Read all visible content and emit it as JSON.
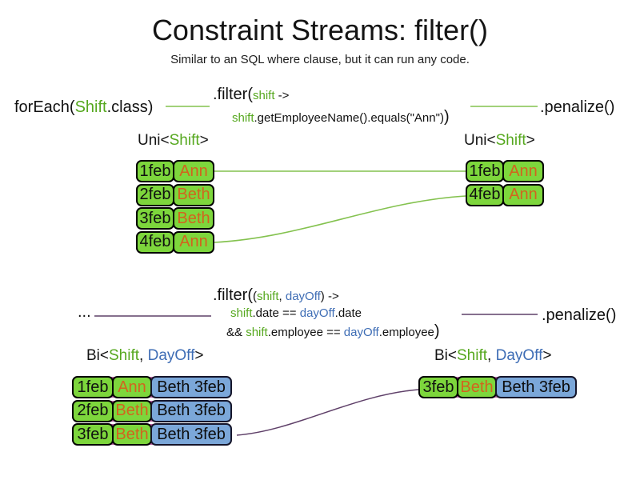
{
  "slide": {
    "title": "Constraint Streams: filter()",
    "subtitle": "Similar to an SQL where clause, but it can run any code."
  },
  "colors": {
    "green_fill": "#7dd63c",
    "blue_fill": "#7ba7d9",
    "green_text": "#56a81f",
    "blue_text": "#3e6db5",
    "orange_text": "#d2641e",
    "green_line": "#84c24f",
    "purple_line": "#5f4069",
    "pair_outline_pink": "#bd62a4"
  },
  "section1": {
    "foreach": {
      "pre": "forEach(",
      "cls": "Shift",
      "post": ".class)"
    },
    "filter": {
      "head": ".filter(",
      "param": "shift",
      "arrow": " ->",
      "body_param": "shift",
      "body": ".getEmployeeName().equals(\"Ann\")",
      "close": ")"
    },
    "penalize": ".penalize()",
    "left_table": {
      "header": {
        "pre": "Uni<",
        "type": "Shift",
        "post": ">"
      },
      "rows": [
        {
          "date": "1feb",
          "name": "Ann"
        },
        {
          "date": "2feb",
          "name": "Beth"
        },
        {
          "date": "3feb",
          "name": "Beth"
        },
        {
          "date": "4feb",
          "name": "Ann"
        }
      ]
    },
    "right_table": {
      "header": {
        "pre": "Uni<",
        "type": "Shift",
        "post": ">"
      },
      "rows": [
        {
          "date": "1feb",
          "name": "Ann"
        },
        {
          "date": "4feb",
          "name": "Ann"
        }
      ]
    }
  },
  "section2": {
    "ellipsis": "...",
    "filter": {
      "head": ".filter(",
      "popen": "(",
      "param1": "shift",
      "comma": ", ",
      "param2": "dayOff",
      "pclose": ")",
      "arrow": " ->",
      "l2_p1": "shift",
      "l2_mid": ".date == ",
      "l2_p2": "dayOff",
      "l2_end": ".date",
      "l3_pre": "&& ",
      "l3_p1": "shift",
      "l3_mid": ".employee == ",
      "l3_p2": "dayOff",
      "l3_end": ".employee",
      "close": ")"
    },
    "penalize": ".penalize()",
    "left_table": {
      "header": {
        "pre": "Bi<",
        "type1": "Shift",
        "comma": ", ",
        "type2": "DayOff",
        "post": ">"
      },
      "rows": [
        {
          "date": "1feb",
          "name": "Ann",
          "pair": "Beth 3feb"
        },
        {
          "date": "2feb",
          "name": "Beth",
          "pair": "Beth 3feb"
        },
        {
          "date": "3feb",
          "name": "Beth",
          "pair": "Beth 3feb"
        }
      ]
    },
    "right_table": {
      "header": {
        "pre": "Bi<",
        "type1": "Shift",
        "comma": ", ",
        "type2": "DayOff",
        "post": ">"
      },
      "rows": [
        {
          "date": "3feb",
          "name": "Beth",
          "pair": "Beth 3feb"
        }
      ]
    }
  }
}
